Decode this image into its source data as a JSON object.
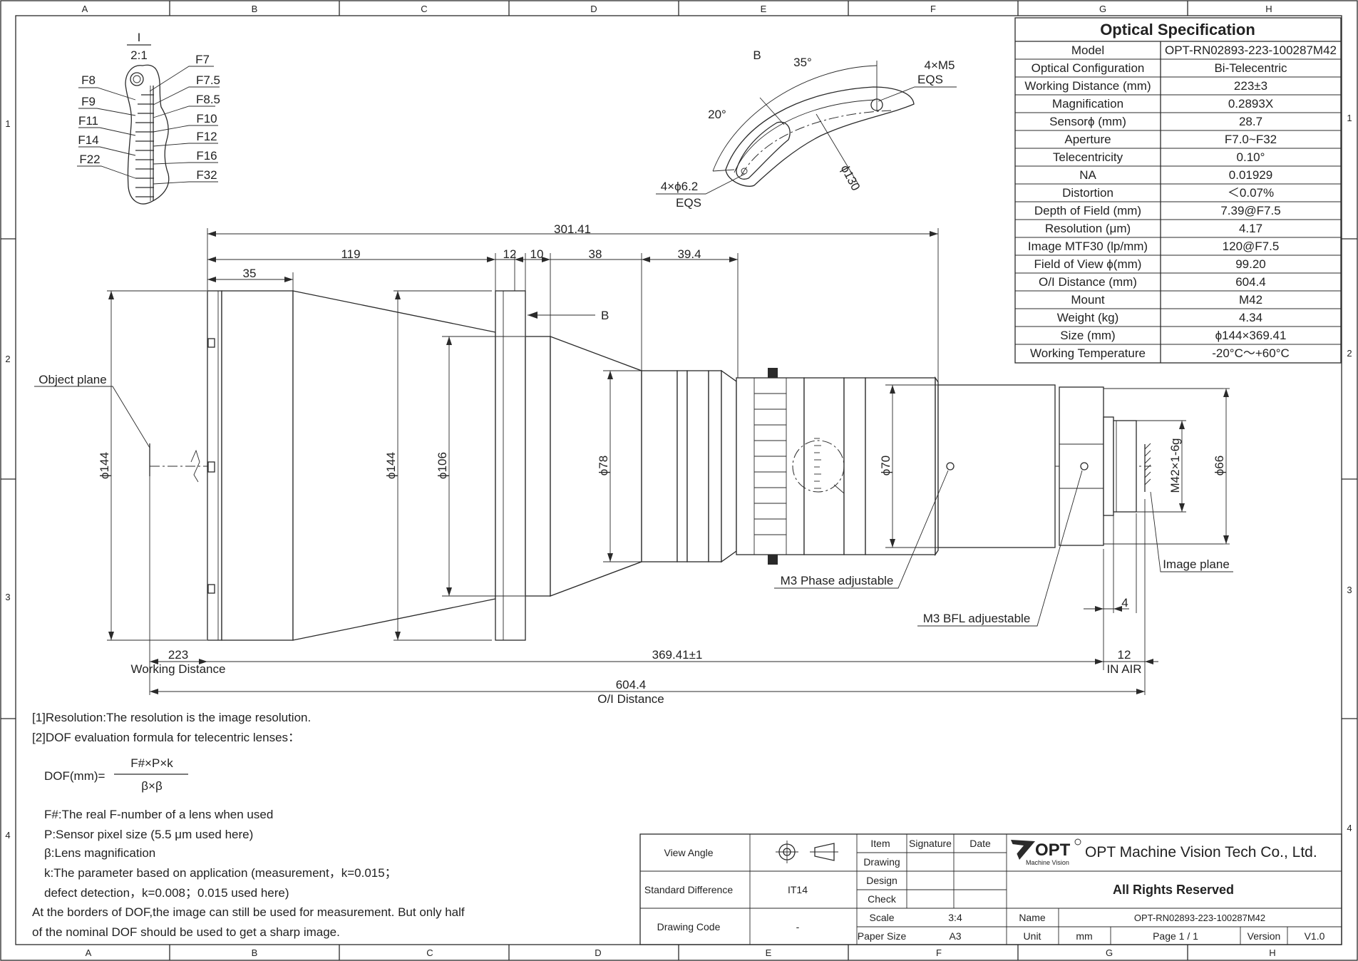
{
  "border": {
    "columns": [
      "A",
      "B",
      "C",
      "D",
      "E",
      "F",
      "G",
      "H"
    ],
    "rows": [
      "1",
      "2",
      "3",
      "4"
    ]
  },
  "spec": {
    "title": "Optical Specification",
    "rows": [
      [
        "Model",
        "OPT-RN02893-223-100287M42"
      ],
      [
        "Optical Configuration",
        "Bi-Telecentric"
      ],
      [
        "Working Distance (mm)",
        "223±3"
      ],
      [
        "Magnification",
        "0.2893X"
      ],
      [
        "Sensorϕ (mm)",
        "28.7"
      ],
      [
        "Aperture",
        "F7.0~F32"
      ],
      [
        "Telecentricity",
        "0.10°"
      ],
      [
        "NA",
        "0.01929"
      ],
      [
        "Distortion",
        "＜0.07%"
      ],
      [
        "Depth of Field (mm)",
        "7.39@F7.5"
      ],
      [
        "Resolution (μm)",
        "4.17"
      ],
      [
        "Image MTF30 (lp/mm)",
        "120@F7.5"
      ],
      [
        "Field of View ϕ(mm)",
        "99.20"
      ],
      [
        "O/I Distance (mm)",
        "604.4"
      ],
      [
        "Mount",
        "M42"
      ],
      [
        "Weight (kg)",
        "4.34"
      ],
      [
        "Size (mm)",
        "ϕ144×369.41"
      ],
      [
        "Working Temperature",
        "-20°C～+60°C"
      ]
    ]
  },
  "detail_i": {
    "label": "I",
    "scale": "2:1",
    "fstops": [
      "F7",
      "F7.5",
      "F8",
      "F8.5",
      "F9",
      "F10",
      "F11",
      "F12",
      "F14",
      "F16",
      "F22",
      "F32"
    ]
  },
  "detail_b": {
    "label": "B",
    "angle1": "35°",
    "angle2": "20°",
    "hole1": "4×M5",
    "hole1_note": "EQS",
    "hole2": "4×ϕ6.2",
    "hole2_note": "EQS",
    "diameter": "ϕ130"
  },
  "dims": {
    "d301": "301.41",
    "d119": "119",
    "d12": "12",
    "d10": "10",
    "d38": "38",
    "d39": "39.4",
    "d35": "35",
    "d223": "223",
    "working_distance": "Working Distance",
    "d369": "369.41±1",
    "d12b": "12",
    "in_air": "IN AIR",
    "d604": "604.4",
    "oi": "O/I Distance",
    "d4": "4",
    "phi144a": "ϕ144",
    "phi144b": "ϕ144",
    "phi106": "ϕ106",
    "phi78": "ϕ78",
    "phi70": "ϕ70",
    "phi66": "ϕ66",
    "m42": "M42×1-6g"
  },
  "labels": {
    "object_plane": "Object plane",
    "image_plane": "Image plane",
    "m3_phase": "M3 Phase adjustable",
    "m3_bfl": "M3 BFL adjuestable",
    "b_marker": "B",
    "i_marker": "I"
  },
  "notes": {
    "n1": "[1]Resolution:The resolution is  the image resolution.",
    "n2": "[2]DOF evaluation formula for telecentric lenses：",
    "dof_lhs": "DOF(mm)=",
    "dof_num": "F#×P×k",
    "dof_den": "β×β",
    "f1": "F#:The real F-number of a lens when used",
    "f2": "P:Sensor pixel size (5.5 μm used here)",
    "f3": "β:Lens magnification",
    "f4": "k:The parameter based on application (measurement，k=0.015；",
    "f5": "defect detection，k=0.008；0.015 used here)",
    "f6": "At the borders of DOF,the image can still be used for measurement. But only half",
    "f7": "of the nominal DOF should be used to get a sharp image."
  },
  "title_block": {
    "view_angle": "View Angle",
    "standard_difference": "Standard Difference",
    "std_value": "IT14",
    "drawing_code": "Drawing Code",
    "code_value": "-",
    "item": "Item",
    "signature": "Signature",
    "date": "Date",
    "drawing": "Drawing",
    "design": "Design",
    "check": "Check",
    "scale": "Scale",
    "scale_value": "3:4",
    "paper_size": "Paper Size",
    "paper_value": "A3",
    "logo_text": "OPT",
    "logo_sub": "Machine Vision",
    "company": "OPT Machine Vision Tech Co., Ltd.",
    "rights": "All Rights Reserved",
    "name": "Name",
    "name_value": "OPT-RN02893-223-100287M42",
    "unit": "Unit",
    "unit_value": "mm",
    "page": "Page  1 / 1",
    "version": "Version",
    "version_value": "V1.0"
  },
  "colors": {
    "line": "#2a2a2a",
    "background": "#ffffff"
  }
}
